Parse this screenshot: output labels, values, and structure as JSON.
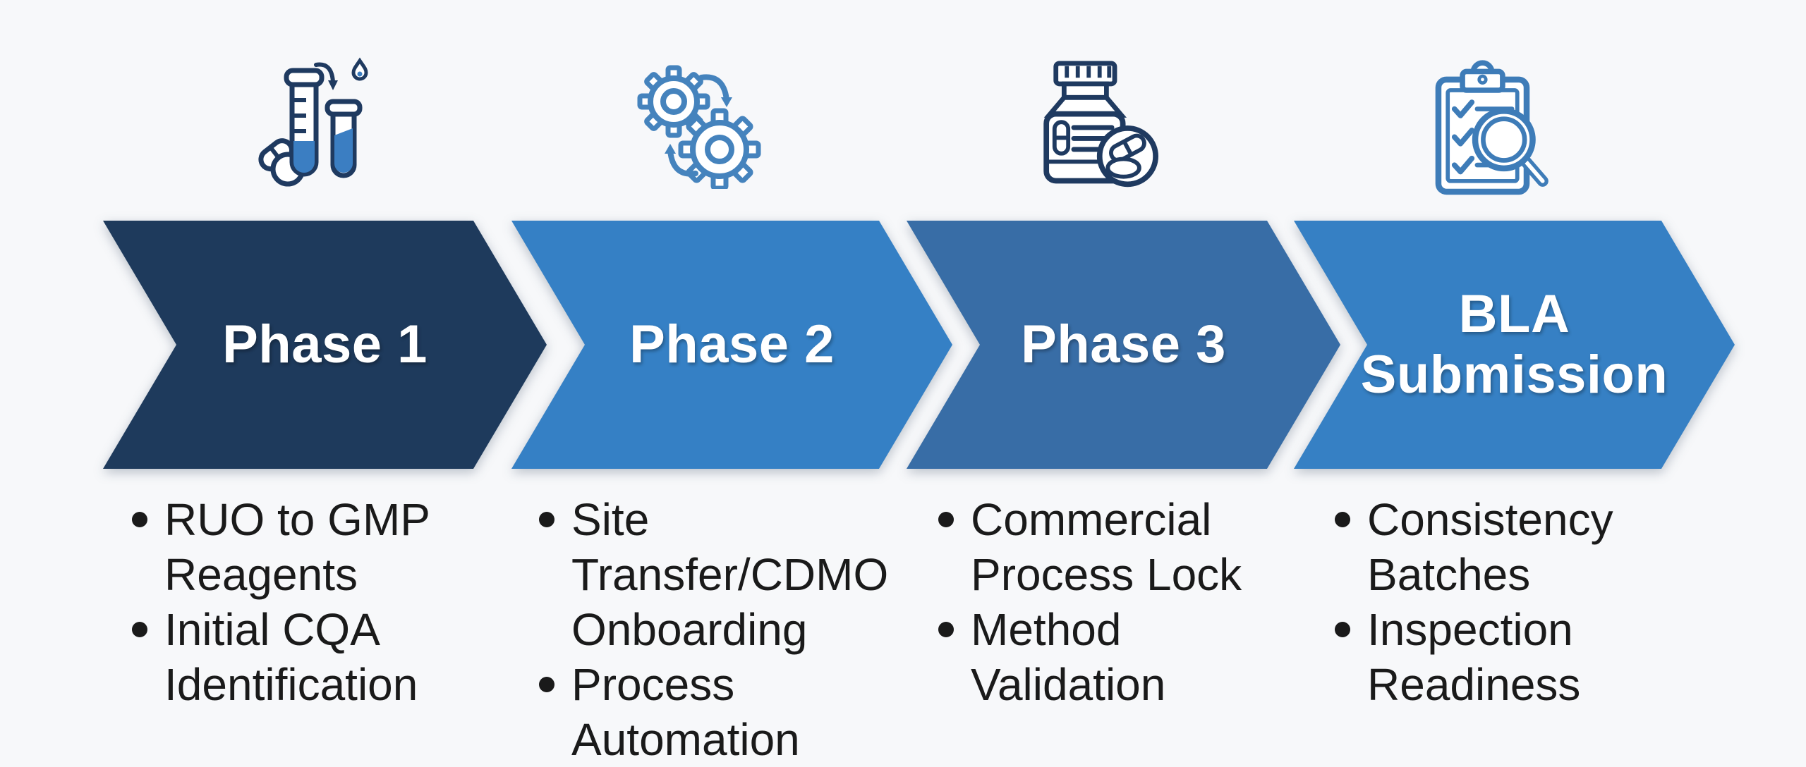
{
  "background_color": "#f7f8fa",
  "text_color": "#1a1a1a",
  "icon_colors": {
    "navy": "#1f3a60",
    "blue": "#3b7ec2",
    "light_blue": "#4583bd",
    "clipboard_blue": "#3e7cb8"
  },
  "phases": [
    {
      "title": "Phase 1",
      "icon": "lab-tubes-pills-icon",
      "arrow_color": "#1e3a5c",
      "bullets": [
        "RUO to GMP\nReagents",
        "Initial CQA\nIdentification"
      ]
    },
    {
      "title": "Phase 2",
      "icon": "gears-sync-icon",
      "arrow_color": "#3580c5",
      "bullets": [
        "Site\nTransfer/CDMO\nOnboarding",
        "Process\nAutomation"
      ]
    },
    {
      "title": "Phase 3",
      "icon": "medicine-bottle-icon",
      "arrow_color": "#386da6",
      "bullets": [
        "Commercial\nProcess Lock",
        "Method\nValidation"
      ]
    },
    {
      "title": "BLA\nSubmission",
      "icon": "clipboard-magnifier-icon",
      "arrow_color": "#3680c4",
      "bullets": [
        "Consistency\nBatches",
        "Inspection\nReadiness"
      ]
    }
  ]
}
